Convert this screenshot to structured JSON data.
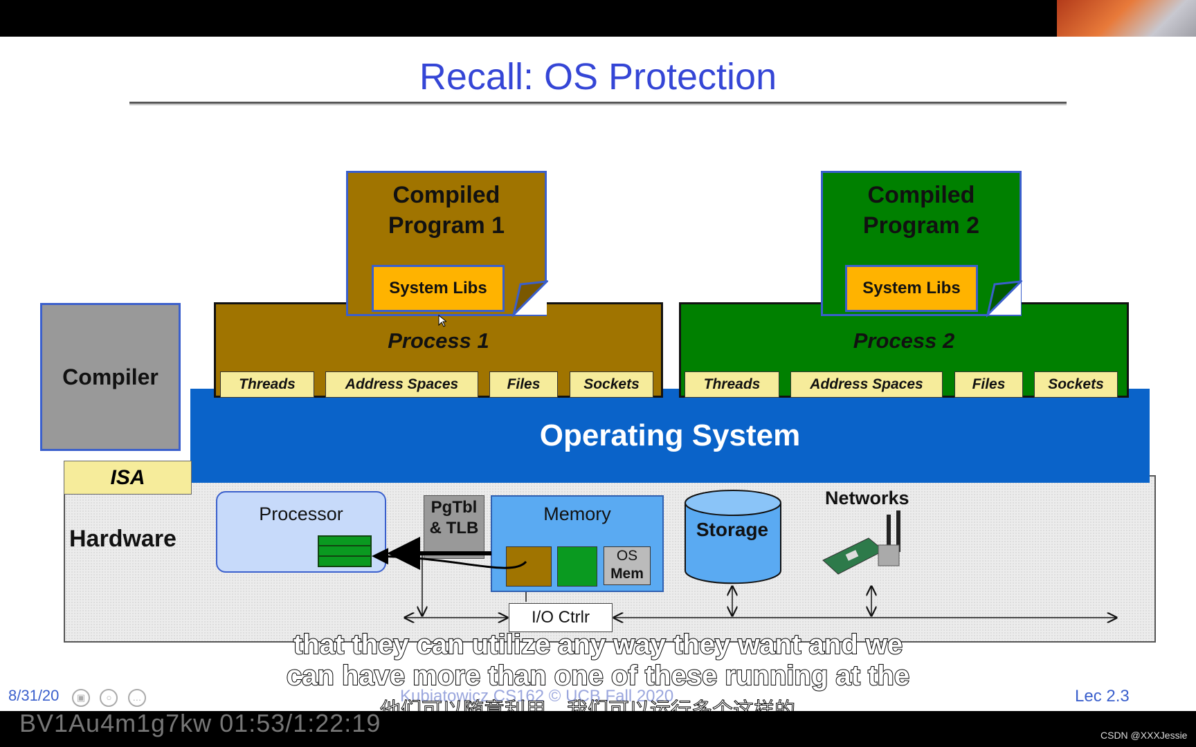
{
  "slide": {
    "title": "Recall: OS Protection",
    "compiler": "Compiler",
    "isa": "ISA",
    "hardware": "Hardware",
    "operating_system": "Operating System",
    "program1": {
      "line1": "Compiled",
      "line2": "Program 1",
      "libs": "System Libs"
    },
    "program2": {
      "line1": "Compiled",
      "line2": "Program 2",
      "libs": "System Libs"
    },
    "process1": {
      "title": "Process 1",
      "chips": [
        "Threads",
        "Address Spaces",
        "Files",
        "Sockets"
      ]
    },
    "process2": {
      "title": "Process 2",
      "chips": [
        "Threads",
        "Address Spaces",
        "Files",
        "Sockets"
      ]
    },
    "processor": "Processor",
    "pgtbl": {
      "line1": "PgTbl",
      "line2": "& TLB"
    },
    "memory": {
      "title": "Memory",
      "os_mem_line1": "OS",
      "os_mem_line2": "Mem"
    },
    "storage": "Storage",
    "networks": "Networks",
    "io_ctrl": "I/O Ctrlr",
    "footer": {
      "date": "8/31/20",
      "center": "Kubiatowicz CS162 © UCB Fall 2020",
      "lecture": "Lec 2.3"
    }
  },
  "video": {
    "subtitle_line1": "that they can utilize any way they want and we",
    "subtitle_line2": "can have more than one of these running at the",
    "subtitle_cn": "他们可以随意利用，我们可以运行多个这样的。",
    "watermark": "BV1Au4m1g7kw 01:53/1:22:19",
    "credit": "CSDN @XXXJessie"
  },
  "colors": {
    "title": "#3546d6",
    "os": "#0a63c9",
    "program1": "#a07400",
    "program2": "#008000",
    "syslibs": "#ffb300",
    "chip": "#f6ec9b"
  },
  "icons": [
    "lock-icon",
    "search-icon",
    "more-icon"
  ]
}
